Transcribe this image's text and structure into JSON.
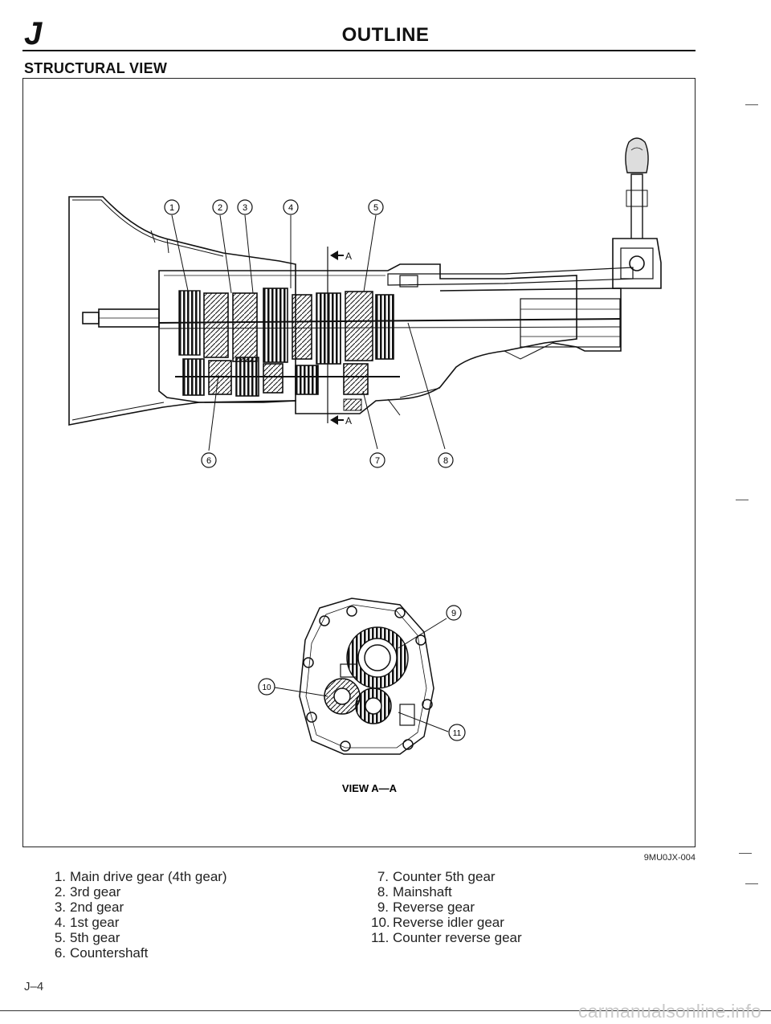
{
  "header": {
    "section_letter": "J",
    "title": "OUTLINE"
  },
  "section_heading": "STRUCTURAL VIEW",
  "figure": {
    "callouts": [
      "1",
      "2",
      "3",
      "4",
      "5",
      "6",
      "7",
      "8",
      "9",
      "10",
      "11"
    ],
    "section_marker": "A",
    "view_caption": "VIEW A—A",
    "figure_code": "9MU0JX-004"
  },
  "legend": {
    "left": [
      {
        "num": "1.",
        "label": "Main drive gear (4th gear)"
      },
      {
        "num": "2.",
        "label": "3rd gear"
      },
      {
        "num": "3.",
        "label": "2nd gear"
      },
      {
        "num": "4.",
        "label": "1st gear"
      },
      {
        "num": "5.",
        "label": "5th gear"
      },
      {
        "num": "6.",
        "label": "Countershaft"
      }
    ],
    "right": [
      {
        "num": "7.",
        "label": "Counter 5th gear"
      },
      {
        "num": "8.",
        "label": "Mainshaft"
      },
      {
        "num": "9.",
        "label": "Reverse gear"
      },
      {
        "num": "10.",
        "label": "Reverse idler gear"
      },
      {
        "num": "11.",
        "label": "Counter reverse gear"
      }
    ]
  },
  "footer": {
    "page_number": "J–4",
    "watermark": "carmanualsonline.info"
  }
}
